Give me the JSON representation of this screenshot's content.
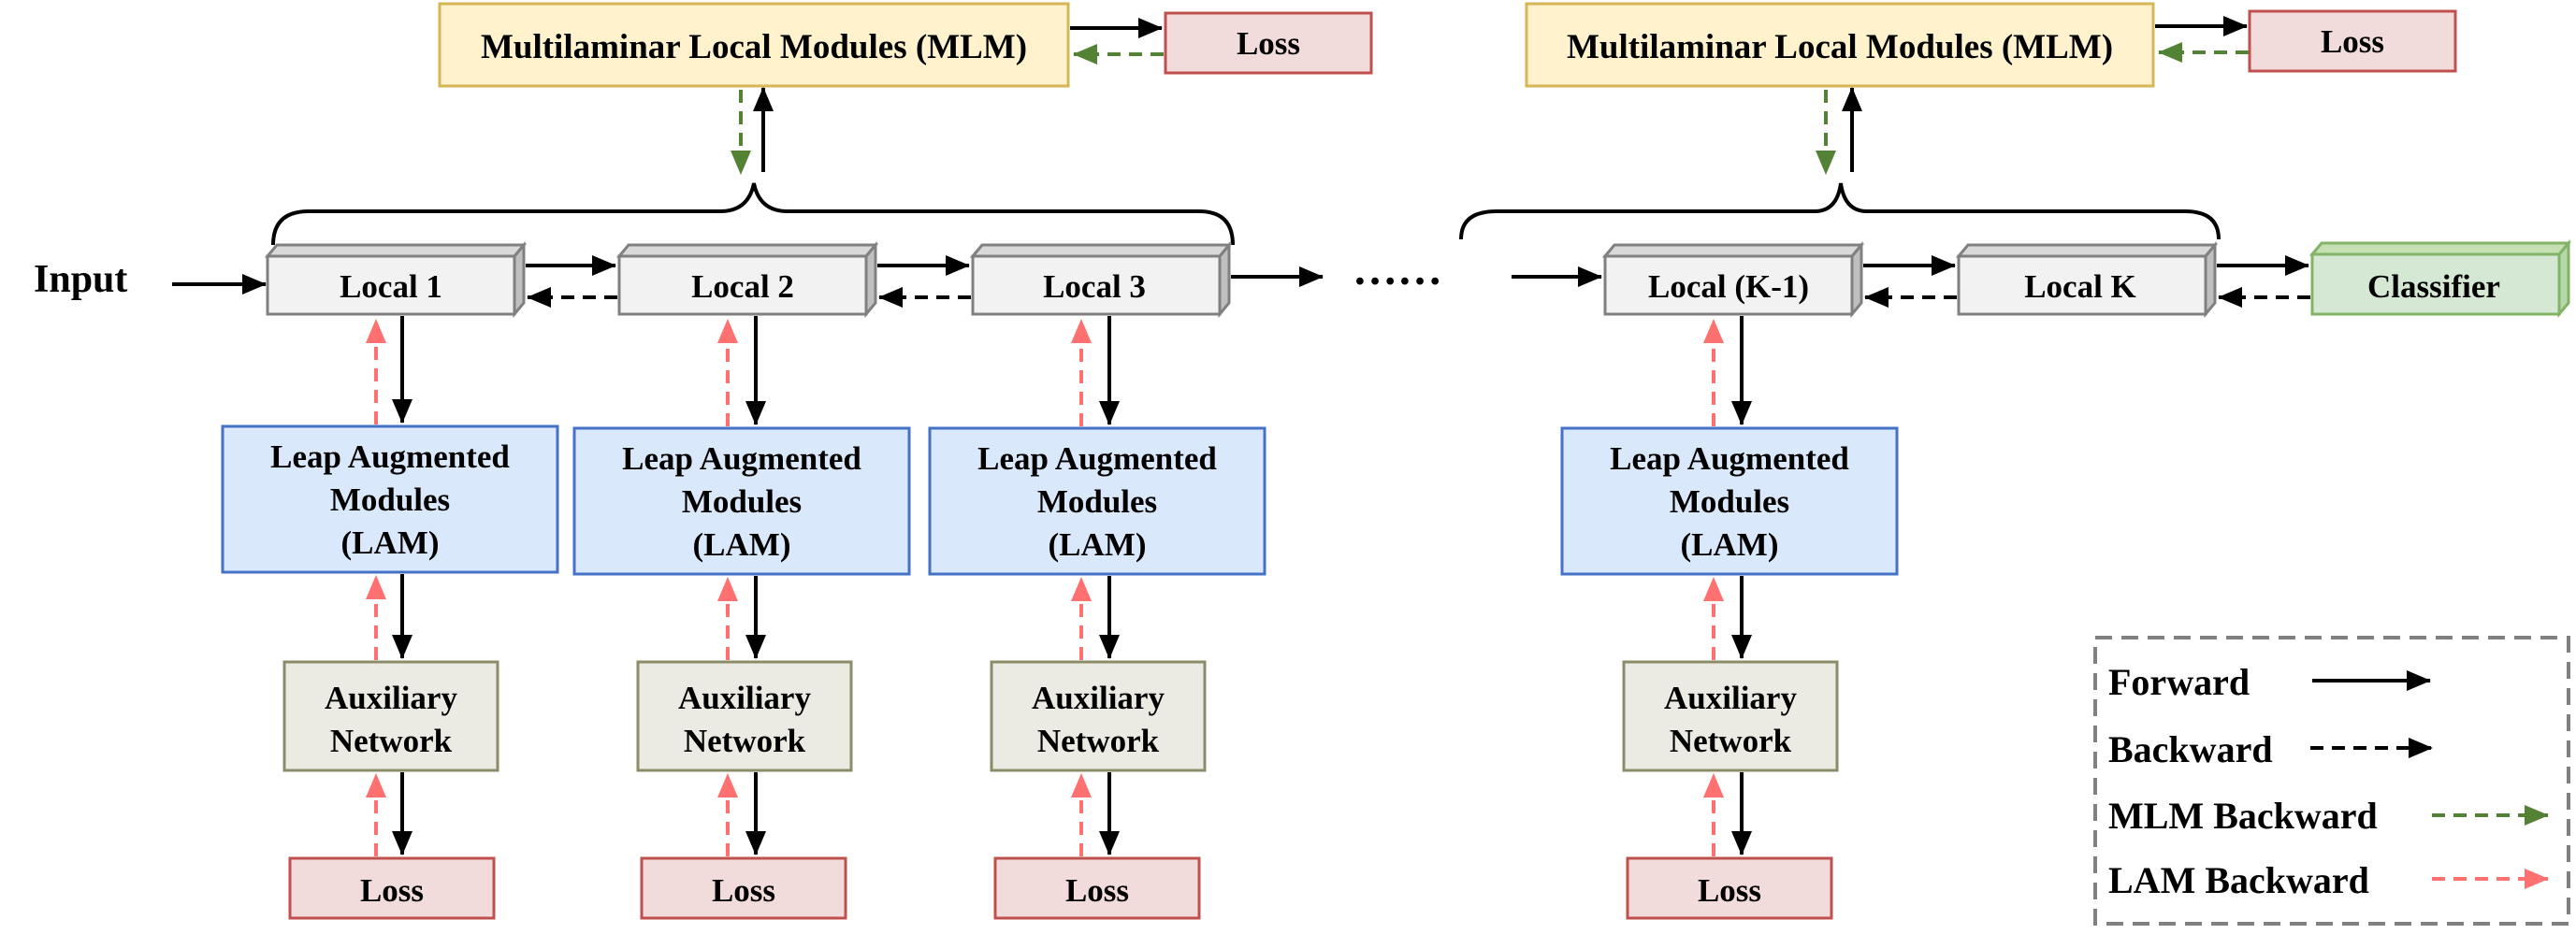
{
  "input_label": "Input",
  "dots": "……",
  "mlm": {
    "label": "Multilaminar Local Modules (MLM)",
    "loss": "Loss"
  },
  "locals": [
    "Local 1",
    "Local 2",
    "Local 3",
    "Local (K-1)",
    "Local K"
  ],
  "classifier": "Classifier",
  "lam": [
    "Leap Augmented",
    "Modules",
    "(LAM)"
  ],
  "aux": [
    "Auxiliary",
    "Network"
  ],
  "loss": "Loss",
  "legend": {
    "forward": "Forward",
    "backward": "Backward",
    "mlm_backward": "MLM Backward",
    "lam_backward": "LAM Backward"
  },
  "colors": {
    "mlm_fill": "#fff2cc",
    "mlm_stroke": "#d6b656",
    "loss_fill": "#f2dcdb",
    "loss_stroke": "#c0504d",
    "lam_fill": "#dae8fc",
    "lam_stroke": "#4472c4",
    "aux_fill": "#ecebe3",
    "aux_stroke": "#8c8c6a",
    "local_fill": "#f2f2f2",
    "local_stroke": "#808080",
    "classifier_fill": "#d5e8d4",
    "classifier_stroke": "#82b366",
    "mlm_arrow": "#548235",
    "lam_arrow": "#ff7070"
  }
}
